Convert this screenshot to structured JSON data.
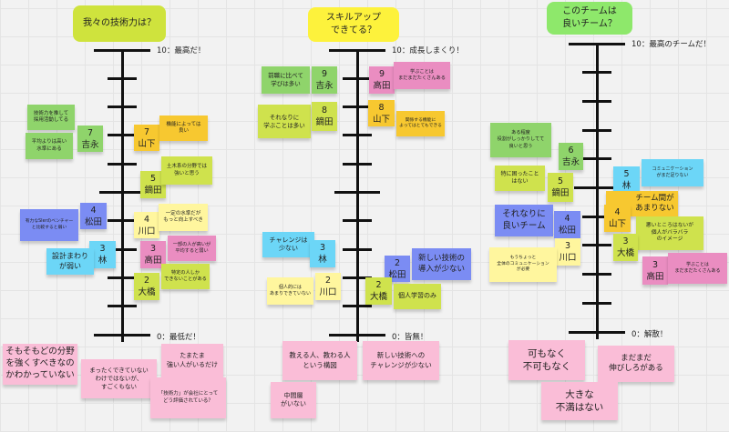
{
  "colors": {
    "green": "#8fd46b",
    "lime": "#cfe24d",
    "orange": "#f7c830",
    "lightyellow": "#fff69e",
    "blue": "#7b8cf3",
    "cyan": "#6cd6f7",
    "pink": "#ea8dc1",
    "lightpink": "#fabdd7"
  },
  "boards": [
    {
      "title": "我々の技術力は？",
      "title_color": "#cfe33d",
      "top_label": "10：最高だ！",
      "bottom_label": "0：最低だ！",
      "notes": [
        {
          "text": "技術力を推して\n採用活動してる",
          "color": "green"
        },
        {
          "text": "平均よりは高い\n水準にある",
          "color": "green"
        },
        {
          "score": "7",
          "name": "吉永",
          "color": "green"
        },
        {
          "score": "7",
          "name": "山下",
          "color": "orange"
        },
        {
          "text": "機能によっては\n良い",
          "color": "orange"
        },
        {
          "score": "5",
          "name": "鏑田",
          "color": "lime"
        },
        {
          "text": "土木系の分野では\n強いと思う",
          "color": "lime"
        },
        {
          "score": "4",
          "name": "松田",
          "color": "blue"
        },
        {
          "text": "有力なSIerのベンチャー\nと比較すると弱い",
          "color": "blue"
        },
        {
          "score": "4",
          "name": "川口",
          "color": "lightyellow"
        },
        {
          "text": "一定の水準だが\nもっと向上すべき",
          "color": "lightyellow"
        },
        {
          "score": "3",
          "name": "林",
          "color": "cyan"
        },
        {
          "text": "設計まわり\nが弱い",
          "color": "cyan"
        },
        {
          "score": "3",
          "name": "高田",
          "color": "pink"
        },
        {
          "text": "一部の人が高いが\n平均すると弱い",
          "color": "pink"
        },
        {
          "score": "2",
          "name": "大橋",
          "color": "lime"
        },
        {
          "text": "特定の人しか\nできないことがある",
          "color": "lime"
        },
        {
          "text": "そもそもどの分野\nを強くすべきなの\nかわかっていない",
          "color": "lightpink"
        },
        {
          "text": "まったくできていない\nわけではないが、\nすごくもない",
          "color": "lightpink"
        },
        {
          "text": "たまたま\n強い人がいるだけ",
          "color": "lightpink"
        },
        {
          "text": "「技術力」が会社にとって\nどう評価されている？",
          "color": "lightpink"
        }
      ]
    },
    {
      "title": "スキルアップ\nできてる？",
      "title_color": "#fdf23c",
      "top_label": "10：成長しまくり！",
      "bottom_label": "0：皆無！",
      "notes": [
        {
          "text": "前職に比べて\n学びは多い",
          "color": "green"
        },
        {
          "score": "9",
          "name": "吉永",
          "color": "green"
        },
        {
          "score": "9",
          "name": "高田",
          "color": "pink"
        },
        {
          "text": "学ぶことは\nまだまだたくさんある",
          "color": "pink"
        },
        {
          "text": "それなりに\n学ぶことは多い",
          "color": "lime"
        },
        {
          "score": "8",
          "name": "鏑田",
          "color": "lime"
        },
        {
          "score": "8",
          "name": "山下",
          "color": "orange"
        },
        {
          "text": "関係する機能に\nよってはとてもできる",
          "color": "orange"
        },
        {
          "text": "チャレンジは\n少ない",
          "color": "cyan"
        },
        {
          "score": "3",
          "name": "林",
          "color": "cyan"
        },
        {
          "score": "2",
          "name": "川口",
          "color": "lightyellow"
        },
        {
          "text": "個人的には\nあまりできていない",
          "color": "lightyellow"
        },
        {
          "score": "2",
          "name": "松田",
          "color": "blue"
        },
        {
          "text": "新しい技術の\n導入が少ない",
          "color": "blue"
        },
        {
          "score": "2",
          "name": "大橋",
          "color": "lime"
        },
        {
          "text": "個人学習のみ",
          "color": "lime"
        },
        {
          "text": "教える人、教わる人\nという構図",
          "color": "lightpink"
        },
        {
          "text": "新しい技術への\nチャレンジが少ない",
          "color": "lightpink"
        },
        {
          "text": "中間層\nがいない",
          "color": "lightpink"
        }
      ]
    },
    {
      "title": "このチームは\n良いチーム？",
      "title_color": "#8ee86b",
      "top_label": "10：最高のチームだ！",
      "bottom_label": "0：解散！",
      "notes": [
        {
          "text": "ある程度\n役割がしっかりしてて\n良いと思う",
          "color": "green"
        },
        {
          "score": "6",
          "name": "吉永",
          "color": "green"
        },
        {
          "score": "5",
          "name": "林",
          "color": "cyan"
        },
        {
          "text": "コミュニケーション\nがまだ足りない",
          "color": "cyan"
        },
        {
          "text": "特に困ったこと\nはない",
          "color": "lime"
        },
        {
          "score": "5",
          "name": "鏑田",
          "color": "lime"
        },
        {
          "text": "チーム間が\nあまりない",
          "color": "orange"
        },
        {
          "text": "それなりに\n良いチーム",
          "color": "blue"
        },
        {
          "score": "4",
          "name": "松田",
          "color": "blue"
        },
        {
          "score": "4",
          "name": "山下",
          "color": "orange"
        },
        {
          "text": "悪いところはないが\n個人がバラバラ\nのイメージ",
          "color": "lime"
        },
        {
          "score": "3",
          "name": "大橋",
          "color": "lime"
        },
        {
          "score": "3",
          "name": "川口",
          "color": "lightyellow"
        },
        {
          "text": "もうちょっと\n全体のコミュニケーション\nが必要",
          "color": "lightyellow"
        },
        {
          "score": "3",
          "name": "高田",
          "color": "pink"
        },
        {
          "text": "学ぶことは\nまだまだたくさんある",
          "color": "pink"
        },
        {
          "text": "可もなく\n不可もなく",
          "color": "lightpink"
        },
        {
          "text": "まだまだ\n伸びしろがある",
          "color": "lightpink"
        },
        {
          "text": "大きな\n不満はない",
          "color": "lightpink"
        }
      ]
    }
  ]
}
